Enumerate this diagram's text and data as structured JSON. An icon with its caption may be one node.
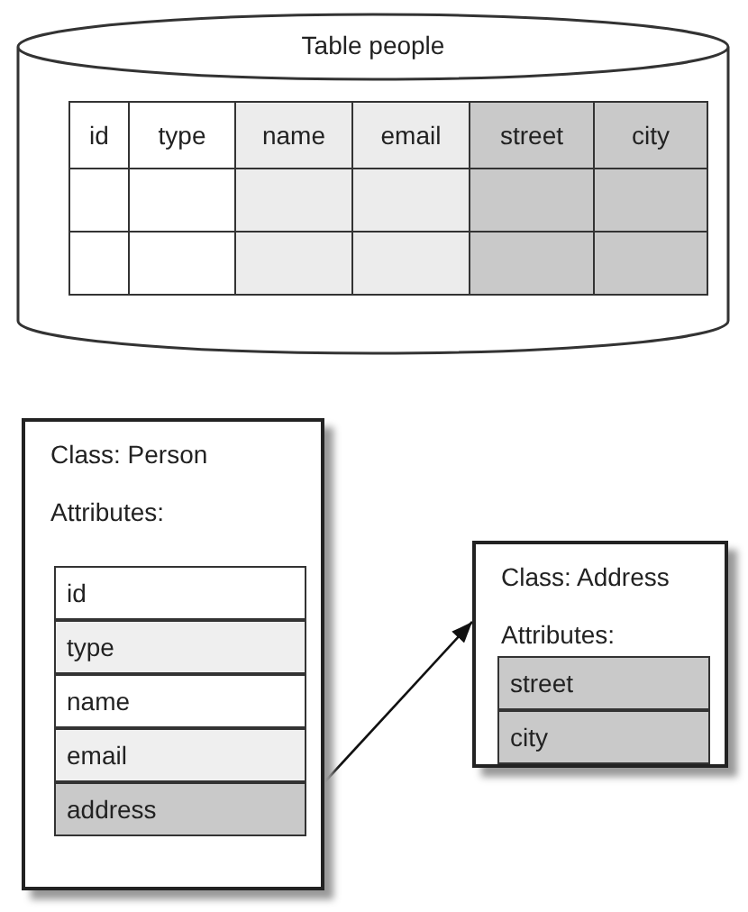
{
  "diagram": {
    "nodes": [
      {
        "text": [
          "Table people"
        ]
      },
      {
        "text": [
          "Class: Person",
          "Attributes:"
        ]
      },
      {
        "text": [
          "id"
        ],
        "in": 1
      },
      {
        "text": [
          "type"
        ],
        "in": 1
      },
      {
        "text": [
          "name"
        ],
        "in": 1
      },
      {
        "text": [
          "email"
        ],
        "in": 1
      },
      {
        "text": [
          "address"
        ],
        "in": 1
      },
      {
        "text": [
          "Class: Address",
          "Attributes:"
        ]
      },
      {
        "text": [
          "street"
        ],
        "in": 7
      },
      {
        "text": [
          "city"
        ],
        "in": 7
      }
    ],
    "edges": [
      {
        "from": 6,
        "to": 7,
        "arrow": "to"
      }
    ],
    "labels": [
      "id",
      "type",
      "name",
      "email",
      "street",
      "city"
    ]
  }
}
